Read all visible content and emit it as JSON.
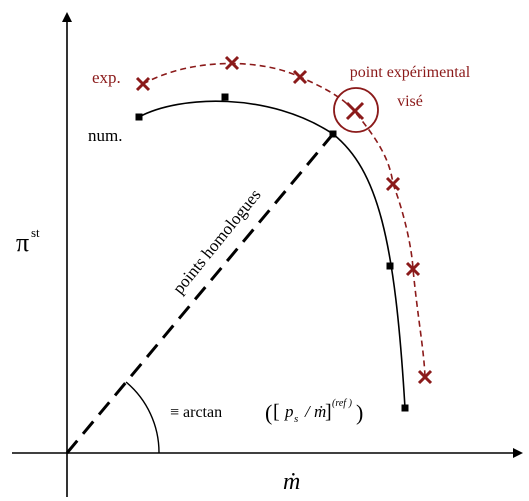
{
  "colors": {
    "axis": "#000000",
    "numerical": "#000000",
    "experimental": "#8b1a1a"
  },
  "labels": {
    "exp": "exp.",
    "num": "num.",
    "target_line1": "point expérimental",
    "target_line2": "visé",
    "homologous": "points homologues",
    "angle_prefix": "≡ arctan",
    "angle_p": "p",
    "angle_sub_s": "s",
    "angle_slash": "/",
    "angle_mdot": "ṁ",
    "angle_sup": "(ref )",
    "y_axis_pi": "π",
    "y_axis_sup": "st",
    "x_axis": "ṁ"
  }
}
